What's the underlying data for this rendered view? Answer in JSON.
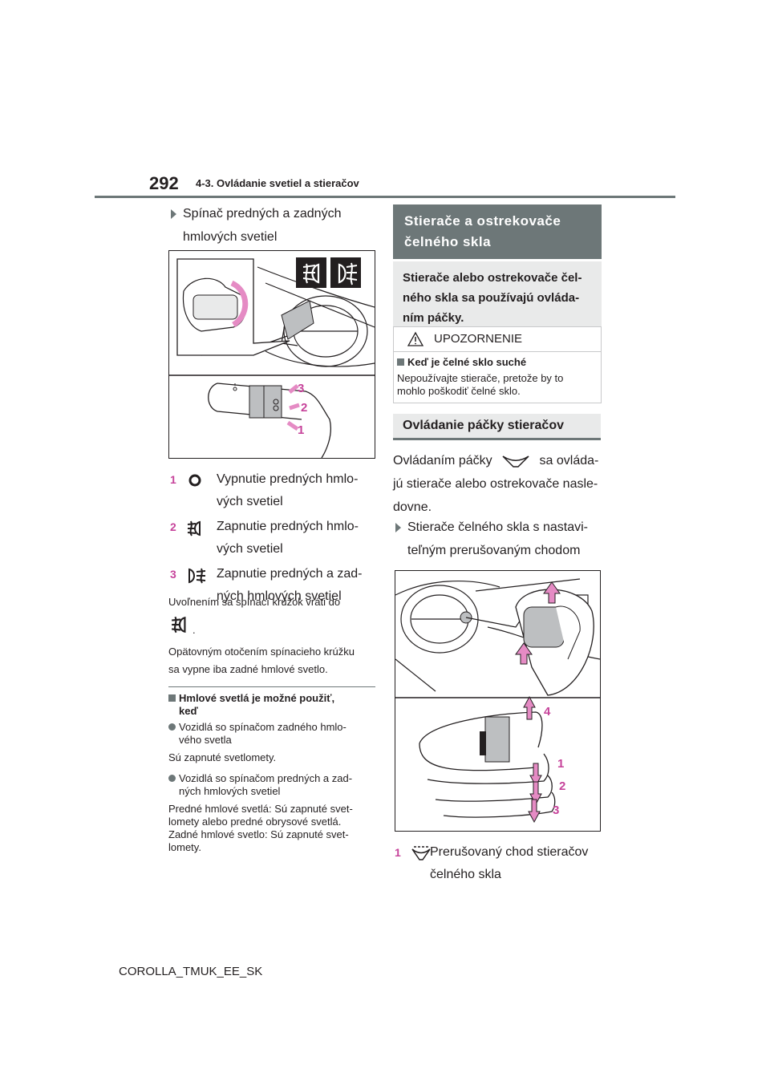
{
  "header": {
    "page_number": "292",
    "chapter": "4-3. Ovládanie svetiel a stieračov"
  },
  "left": {
    "bullet_heading_1": "Spínač predných a zadných",
    "bullet_heading_2": "hmlových svetiel",
    "figure1": {
      "callout_3": "3",
      "callout_2": "2",
      "callout_1": "1"
    },
    "items": [
      {
        "num": "1",
        "line1": "Vypnutie predných hmlo-",
        "line2": "vých svetiel",
        "icon": "fog-off-icon"
      },
      {
        "num": "2",
        "line1": "Zapnutie predných hmlo-",
        "line2": "vých svetiel",
        "icon": "front-fog-icon"
      },
      {
        "num": "3",
        "line1": "Zapnutie predných a zad-",
        "line2": "ných hmlových svetiel",
        "icon": "rear-fog-icon"
      }
    ],
    "release_text": "Uvoľnením sa spínací krúžok vráti do",
    "release_suffix": ".",
    "rotate_text_1": "Opätovným otočením spínacieho krúžku",
    "rotate_text_2": "sa vypne iba zadné hmlové svetlo.",
    "fog_heading_1": "Hmlové svetlá je možné použiť,",
    "fog_heading_2": "keď",
    "rear_switch_1": "Vozidlá so spínačom zadného hmlo-",
    "rear_switch_2": "vého svetla",
    "headlights_on": "Sú zapnuté svetlomety.",
    "front_rear_switch_1": "Vozidlá so spínačom predných a zad-",
    "front_rear_switch_2": "ných hmlových svetiel",
    "cond_1": "Predné hmlové svetlá: Sú zapnuté svet-",
    "cond_2": "lomety alebo predné obrysové svetlá.",
    "cond_3": "Zadné hmlové svetlo: Sú zapnuté svet-",
    "cond_4": "lomety."
  },
  "right": {
    "section_title_1": "Stierače a ostrekovače",
    "section_title_2": "čelného skla",
    "intro_1": "Stierače alebo ostrekovače čel-",
    "intro_2": "ného skla sa používajú ovláda-",
    "intro_3": "ním páčky.",
    "caution_title": "UPOZORNENIE",
    "caution_heading": "Keď je čelné sklo suché",
    "caution_text_1": "Nepoužívajte stierače, pretože by to",
    "caution_text_2": "mohlo poškodiť čelné sklo.",
    "section2_title": "Ovládanie páčky stieračov",
    "operate_1a": "Ovládaním páčky",
    "operate_1b": "sa ovláda-",
    "operate_2": "jú stierače alebo ostrekovače nasle-",
    "operate_3": "dovne.",
    "bullet_1": "Stierače čelného skla s nastavi-",
    "bullet_2": "teľným prerušovaným chodom",
    "figure2": {
      "callout_4": "4",
      "callout_1": "1",
      "callout_2": "2",
      "callout_3": "3"
    },
    "item1_num": "1",
    "item1_line1": "Prerušovaný chod stieračov",
    "item1_line2": "čelného skla"
  },
  "footer": {
    "doc_code": "COROLLA_TMUK_EE_SK"
  },
  "colors": {
    "accent_gray": "#6d7778",
    "callout_pink": "#c6429a",
    "arrow_pink": "#e58bc4"
  }
}
